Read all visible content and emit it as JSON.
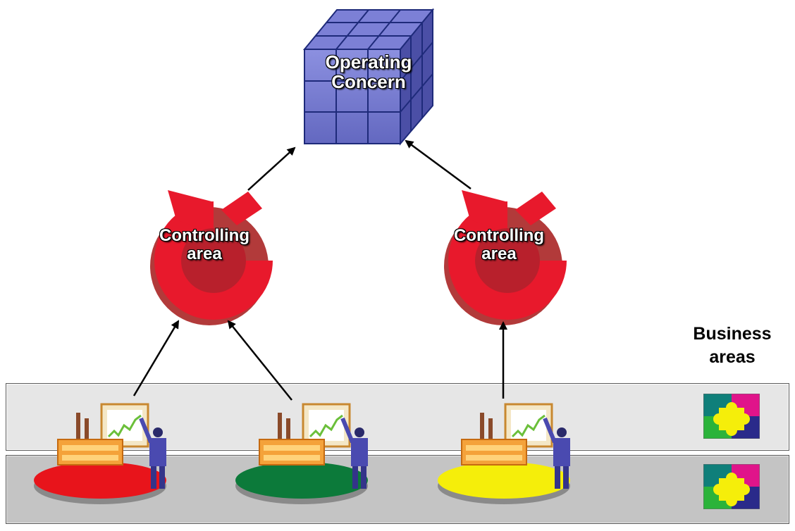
{
  "operating_concern": {
    "label_line1": "Operating",
    "label_line2": "Concern"
  },
  "controlling_areas": [
    {
      "label_line1": "Controlling",
      "label_line2": "area"
    },
    {
      "label_line1": "Controlling",
      "label_line2": "area"
    }
  ],
  "business_areas": {
    "label_line1": "Business",
    "label_line2": "areas"
  },
  "plants": [
    {
      "platform_color": "#e8141b"
    },
    {
      "platform_color": "#0c7a3a"
    },
    {
      "platform_color": "#f5ee0a"
    }
  ],
  "colors": {
    "cube": "#6b6fc8",
    "cycle": "#e8192c",
    "top_band": "#e6e6e6",
    "bottom_band": "#c4c4c4"
  }
}
